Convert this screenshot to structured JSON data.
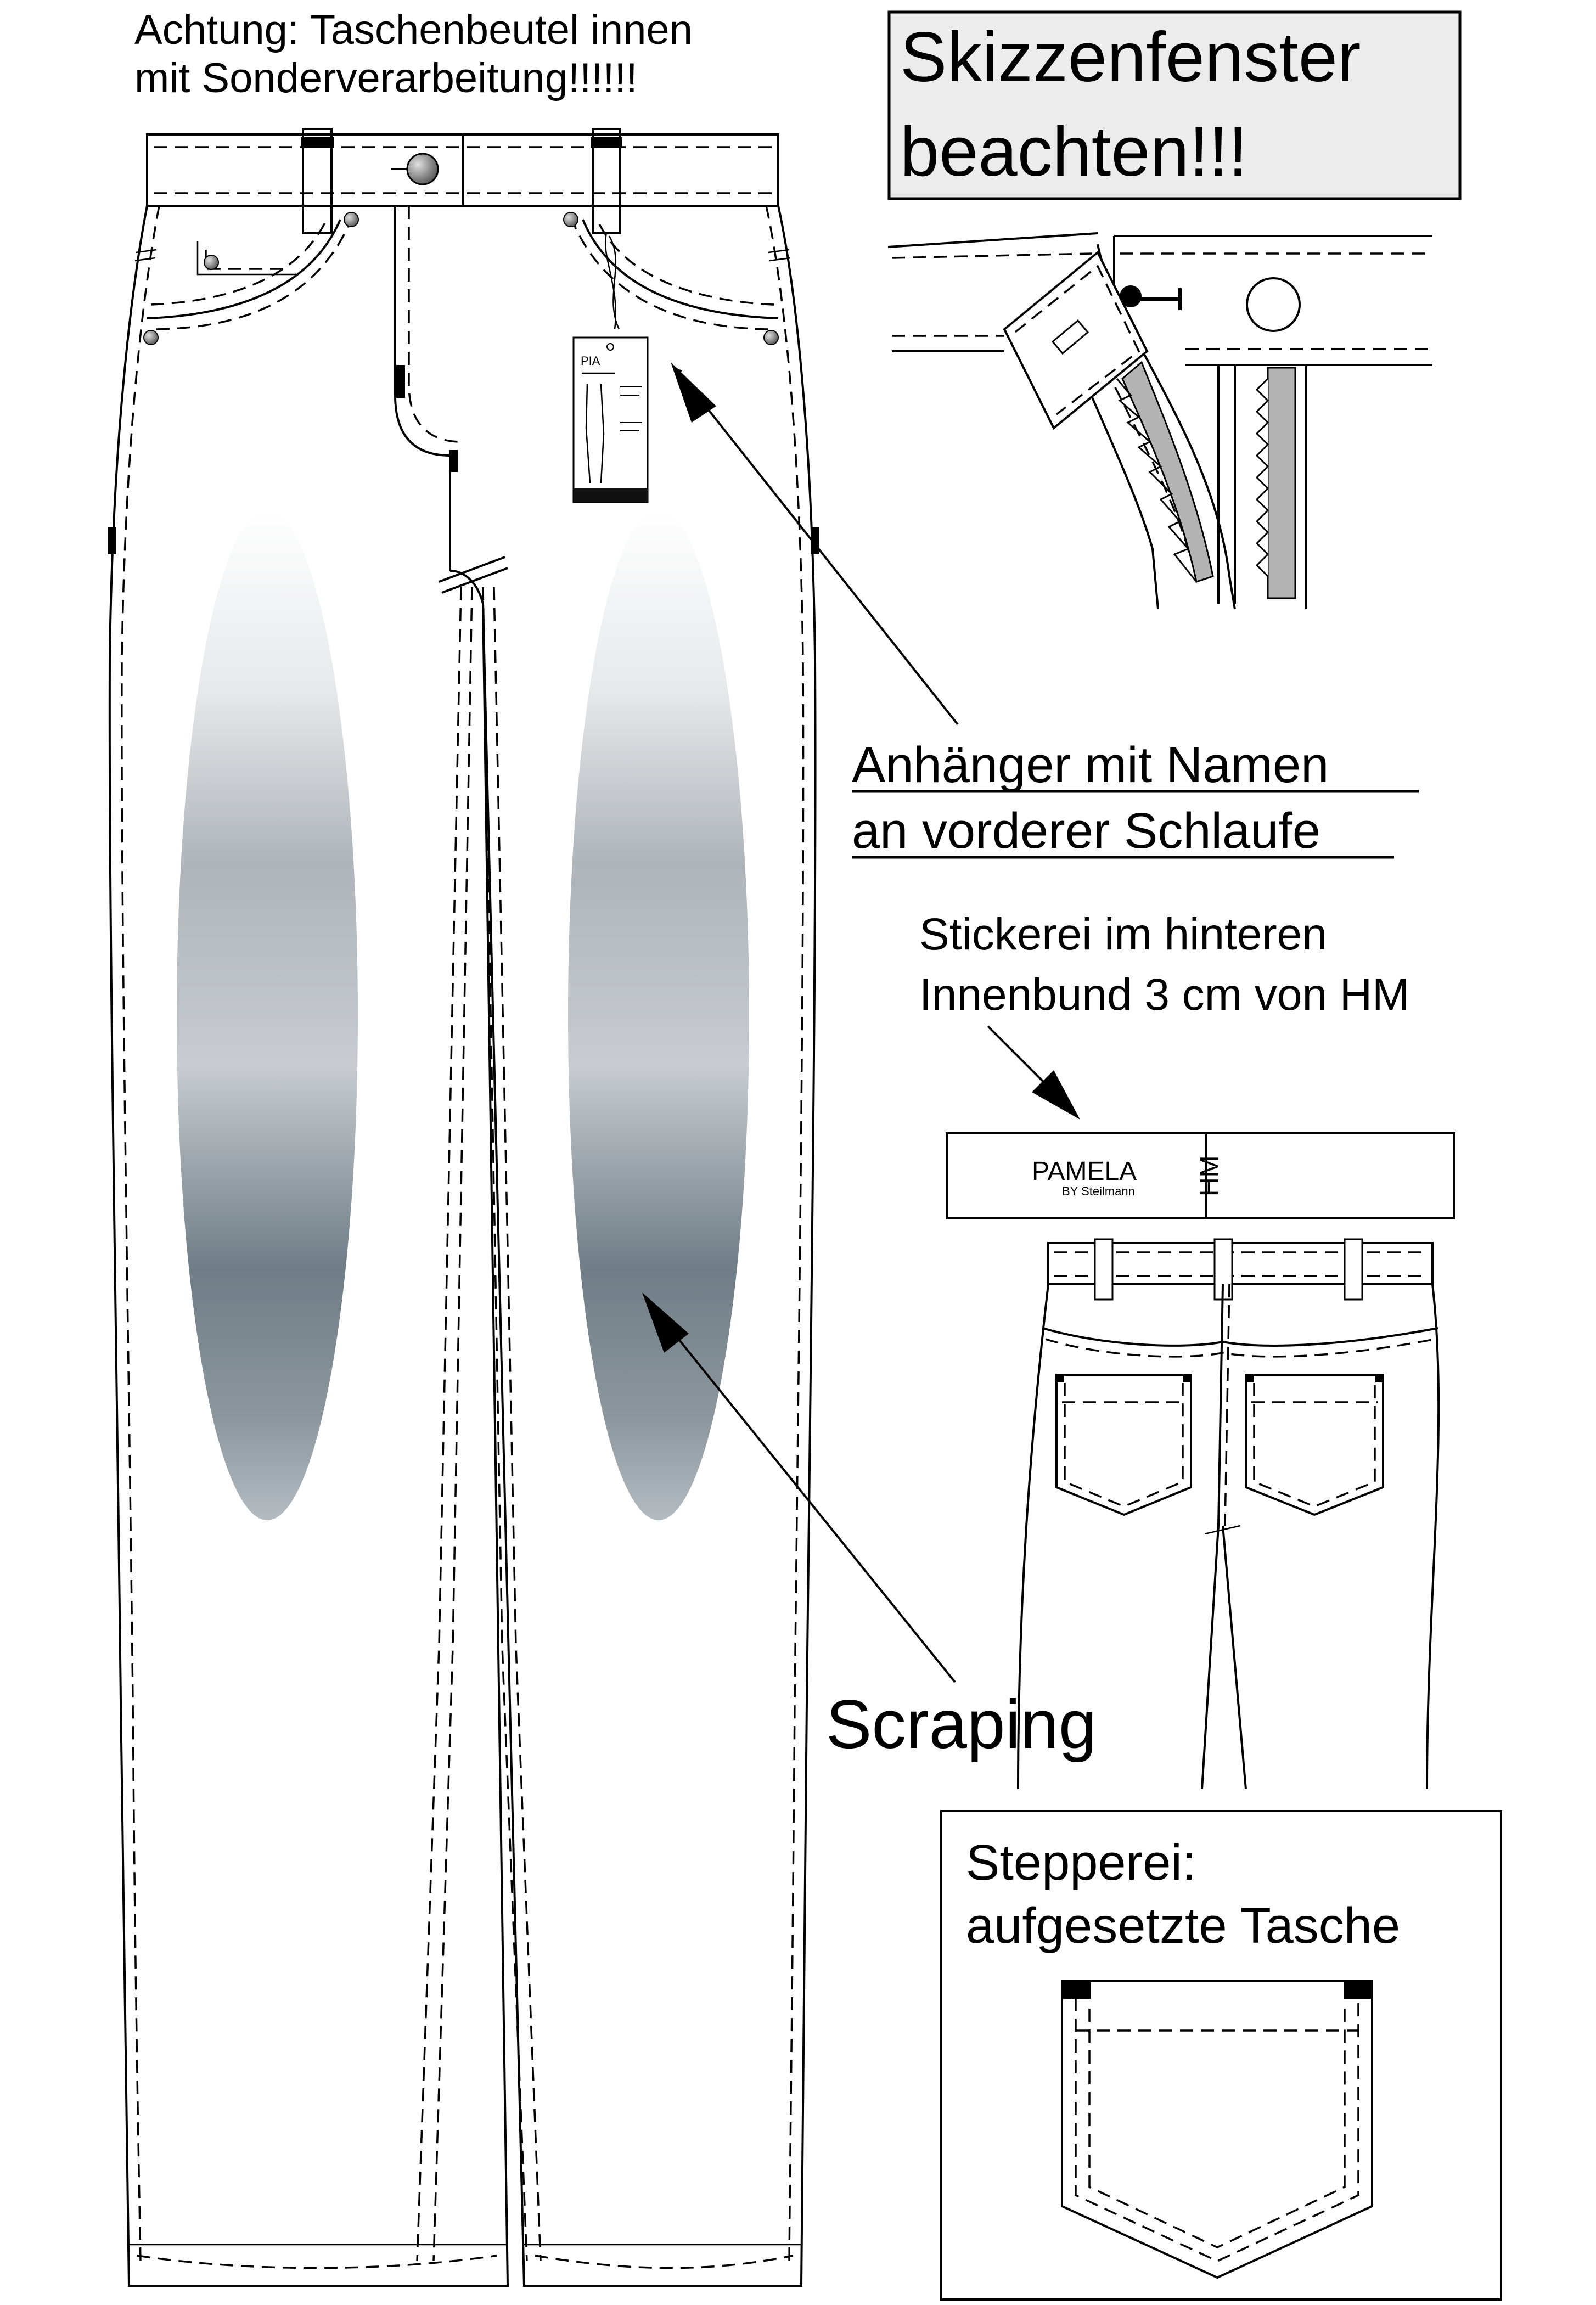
{
  "notes": {
    "pocket_bag_warning_line1": "Achtung: Taschenbeutel innen",
    "pocket_bag_warning_line2": "mit Sonderverarbeitung!!!!!!",
    "sketch_window_line1": "Skizzenfenster",
    "sketch_window_line2": "beachten!!!",
    "hangtag_line1": "Anhänger mit Namen ",
    "hangtag_line2": "an vorderer Schlaufe",
    "embroidery_line1": "Stickerei im hinteren",
    "embroidery_line2": "Innenbund 3 cm von HM",
    "scraping": "Scraping",
    "stitching_line1": "Stepperei:",
    "stitching_line2": "aufgesetzte Tasche"
  },
  "hangtag": {
    "brand": "PIA"
  },
  "waistband_label": {
    "brand": "PAMELA",
    "sub": "BY Steilmann",
    "marker": "HM"
  },
  "colors": {
    "ink": "#000000",
    "note_box_fill": "#ececec",
    "zipper_tape": "#b3b3b3",
    "scraping_light": "#ffffff",
    "scraping_dark": "#6f7d86"
  }
}
